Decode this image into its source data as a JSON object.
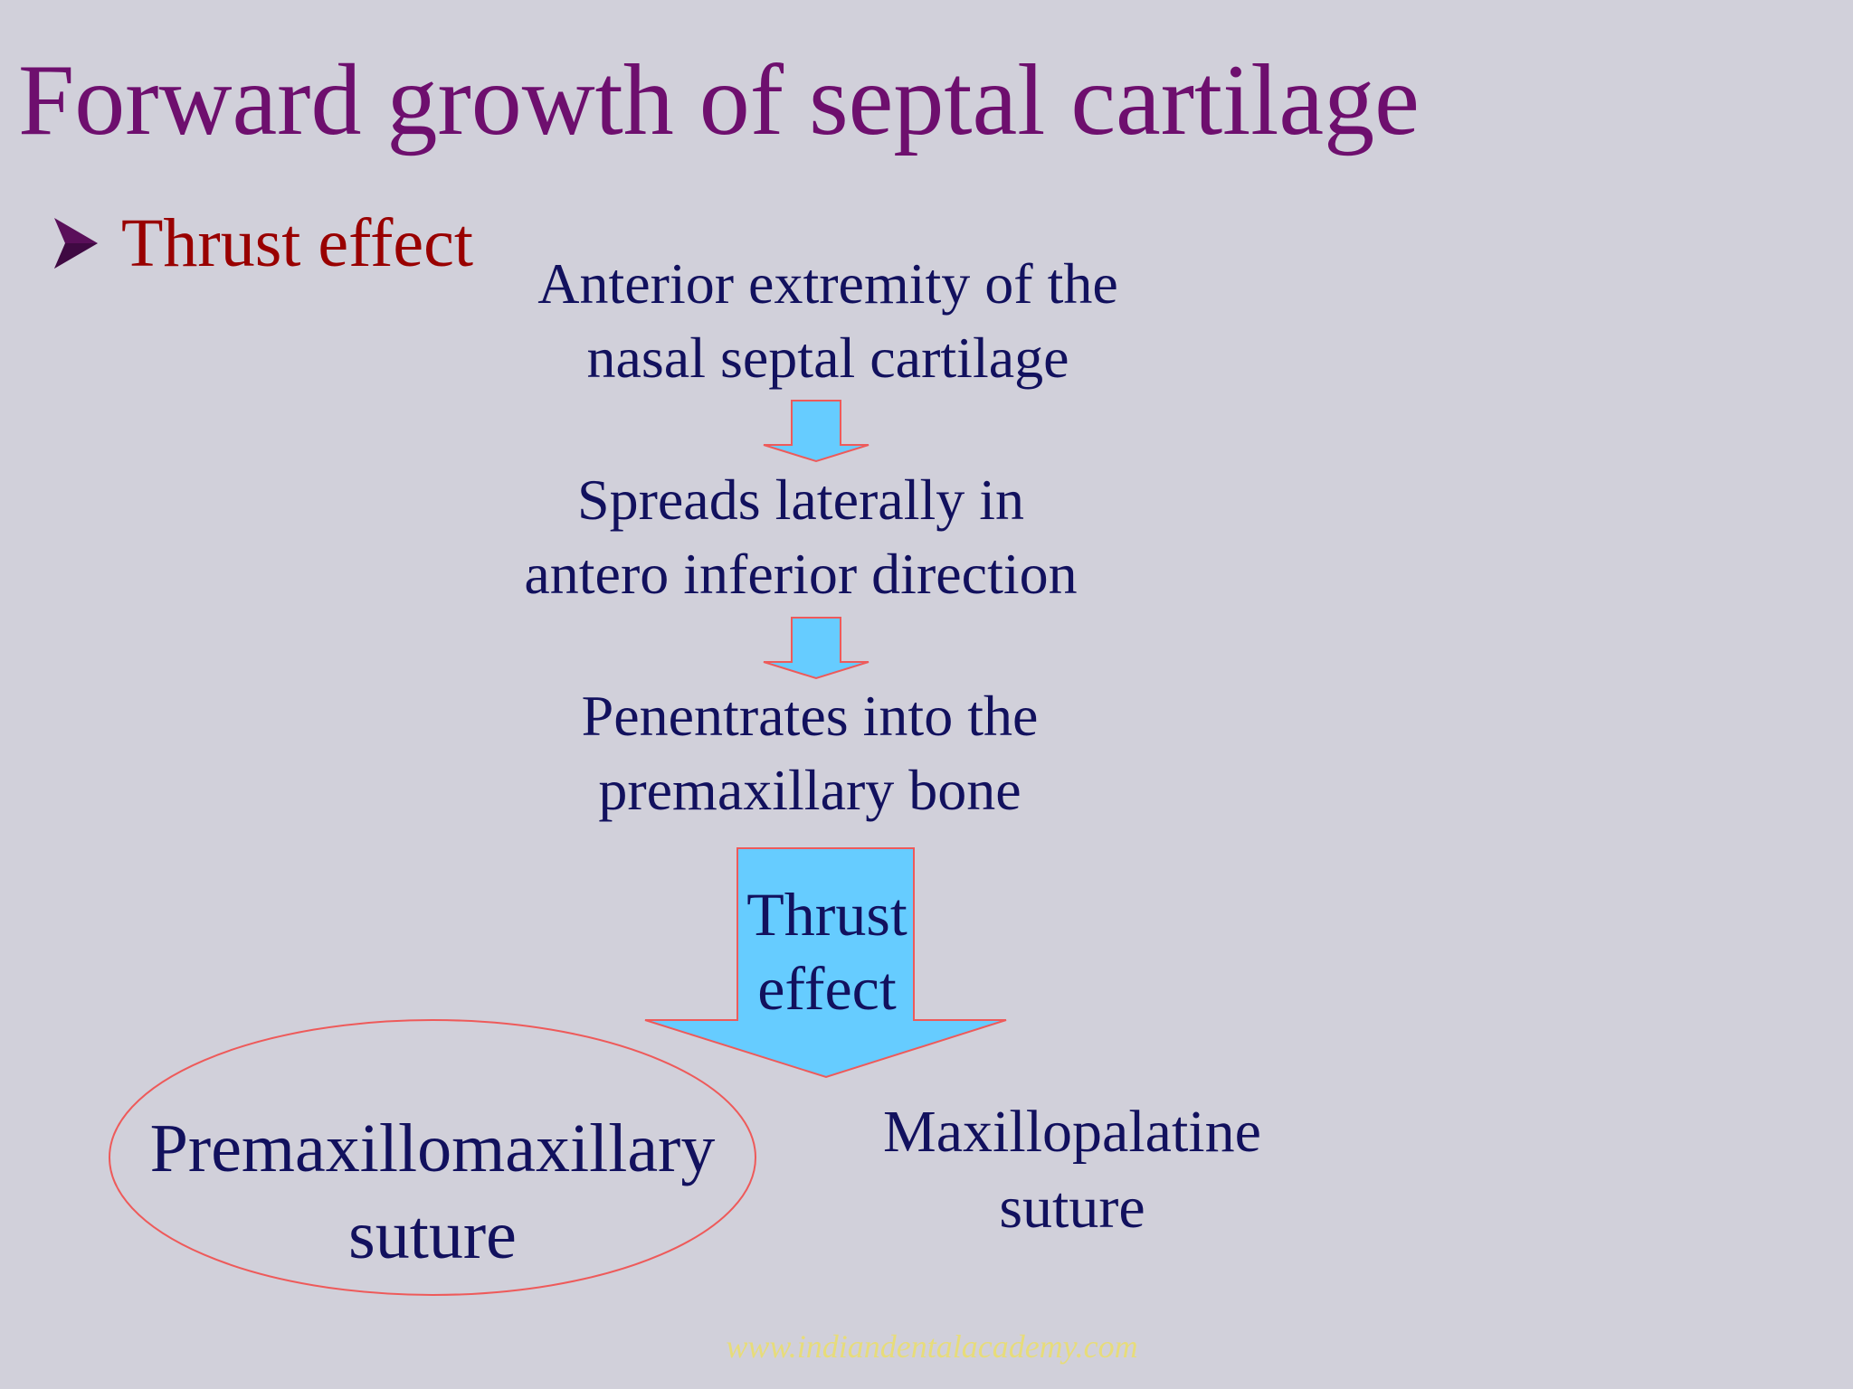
{
  "slide": {
    "title": "Forward growth of septal cartilage",
    "bullet": {
      "icon": "arrowhead-bullet-icon",
      "text": "Thrust effect"
    },
    "flow": {
      "step1": {
        "line1": "Anterior extremity of the",
        "line2": "nasal  septal cartilage"
      },
      "step2": {
        "line1": "Spreads laterally in",
        "line2": "antero inferior direction"
      },
      "step3": {
        "line1": "Penentrates into the",
        "line2": "premaxillary bone"
      },
      "thrust_arrow": {
        "line1": "Thrust",
        "line2": "effect"
      }
    },
    "outcomes": {
      "left": {
        "line1": "Premaxillomaxillary",
        "line2": "suture",
        "highlighted": true
      },
      "right": {
        "line1": "Maxillopalatine",
        "line2": "suture"
      }
    },
    "watermark": "www.indiandentalacademy.com",
    "colors": {
      "background": "#d1d0da",
      "title": "#6e0f6e",
      "bullet_text": "#990000",
      "body_text": "#12115e",
      "arrow_fill": "#66ccff",
      "arrow_stroke": "#ee5a5a",
      "ellipse_stroke": "#ee5a5a",
      "watermark": "#e7dc7a"
    }
  }
}
